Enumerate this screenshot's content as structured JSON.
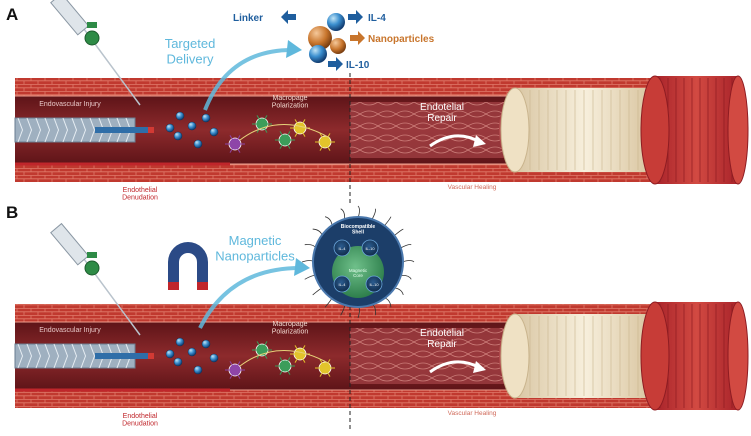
{
  "panels": [
    {
      "letter": "A",
      "callout": "Targeted\nDelivery",
      "legend": {
        "linker": "Linker",
        "il4": "IL-4",
        "nanoparticles": "Nanoparticles",
        "il10": "IL-10"
      },
      "labels": {
        "injury": "Endovascular Injury",
        "macrophage": "Macropage\nPolarization",
        "repair": "Endotelial\nRepair",
        "healing": "Vascular Healing",
        "denudation": "Endothelial\nDenudation"
      }
    },
    {
      "letter": "B",
      "callout": "Magnetic\nNanoparticles",
      "shell": "Biocompatible\nShell",
      "core": "Magnetic\nCore",
      "cytokines": [
        "IL-4",
        "IL-10",
        "IL-4",
        "IL-10"
      ],
      "labels": {
        "injury": "Endovascular Injury",
        "macrophage": "Macropage\nPolarization",
        "repair": "Endotelial\nRepair",
        "healing": "Vascular Healing",
        "denudation": "Endothelial\nDenudation"
      }
    }
  ],
  "colors": {
    "vessel_outer": "#b9322c",
    "lumen": "#7a1e22",
    "callout": "#5fb8dc",
    "arrow_blue": "#1f5e9e",
    "arrow_orange": "#c8752c",
    "denudation": "#c0262b",
    "healing": "#d06a5a"
  }
}
